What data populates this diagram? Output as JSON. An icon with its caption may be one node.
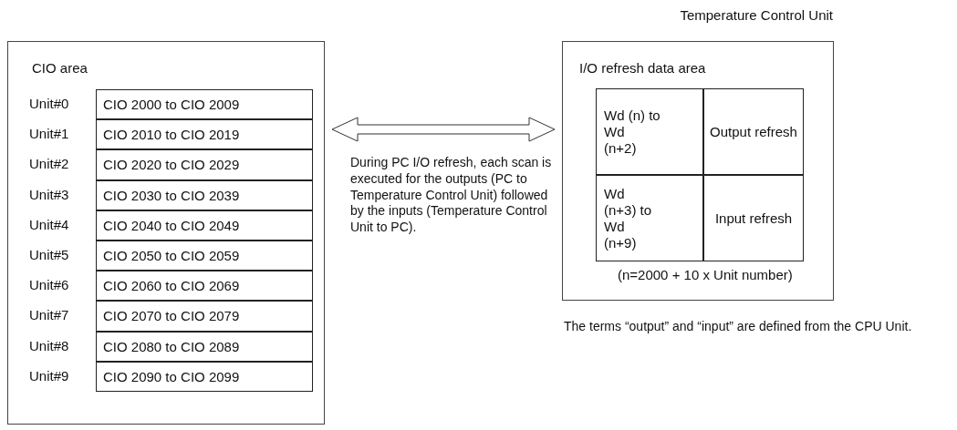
{
  "diagram": {
    "nodes": [
      {
        "text": [
          "CIO area"
        ]
      },
      {
        "text": [
          "CIO 2000 to CIO 2009"
        ],
        "in": 0,
        "beside": [
          "Unit#0"
        ]
      },
      {
        "text": [
          "CIO 2010 to CIO 2019"
        ],
        "in": 0,
        "beside": [
          "Unit#1"
        ]
      },
      {
        "text": [
          "CIO 2020 to CIO 2029"
        ],
        "in": 0,
        "beside": [
          "Unit#2"
        ]
      },
      {
        "text": [
          "CIO 2030 to CIO 2039"
        ],
        "in": 0,
        "beside": [
          "Unit#3"
        ]
      },
      {
        "text": [
          "CIO 2040 to CIO 2049"
        ],
        "in": 0,
        "beside": [
          "Unit#4"
        ]
      },
      {
        "text": [
          "CIO 2050 to CIO 2059"
        ],
        "in": 0,
        "beside": [
          "Unit#5"
        ]
      },
      {
        "text": [
          "CIO 2060 to CIO 2069"
        ],
        "in": 0,
        "beside": [
          "Unit#6"
        ]
      },
      {
        "text": [
          "CIO 2070 to CIO 2079"
        ],
        "in": 0,
        "beside": [
          "Unit#7"
        ]
      },
      {
        "text": [
          "CIO 2080 to CIO 2089"
        ],
        "in": 0,
        "beside": [
          "Unit#8"
        ]
      },
      {
        "text": [
          "CIO 2090 to CIO 2099"
        ],
        "in": 0,
        "beside": [
          "Unit#9"
        ]
      },
      {
        "text": [
          "Temperature Control Unit",
          "I/O refresh data area",
          "(n=2000 + 10 x Unit number)"
        ]
      },
      {
        "text": [
          "Wd (n) to Wd (n+2)"
        ],
        "in": 11
      },
      {
        "text": [
          "Output refresh"
        ],
        "in": 11
      },
      {
        "text": [
          "Wd (n+3) to Wd (n+9)"
        ],
        "in": 11
      },
      {
        "text": [
          "Input refresh"
        ],
        "in": 11
      }
    ],
    "edges": [
      {
        "from": 0,
        "to": 11,
        "arrow": "both"
      }
    ],
    "labels": [
      "During PC I/O refresh, each scan is executed for the outputs (PC to Temperature Control Unit) followed by the inputs (Temperature Control Unit to PC).",
      "The terms “output” and “input” are defined from the CPU Unit."
    ]
  }
}
